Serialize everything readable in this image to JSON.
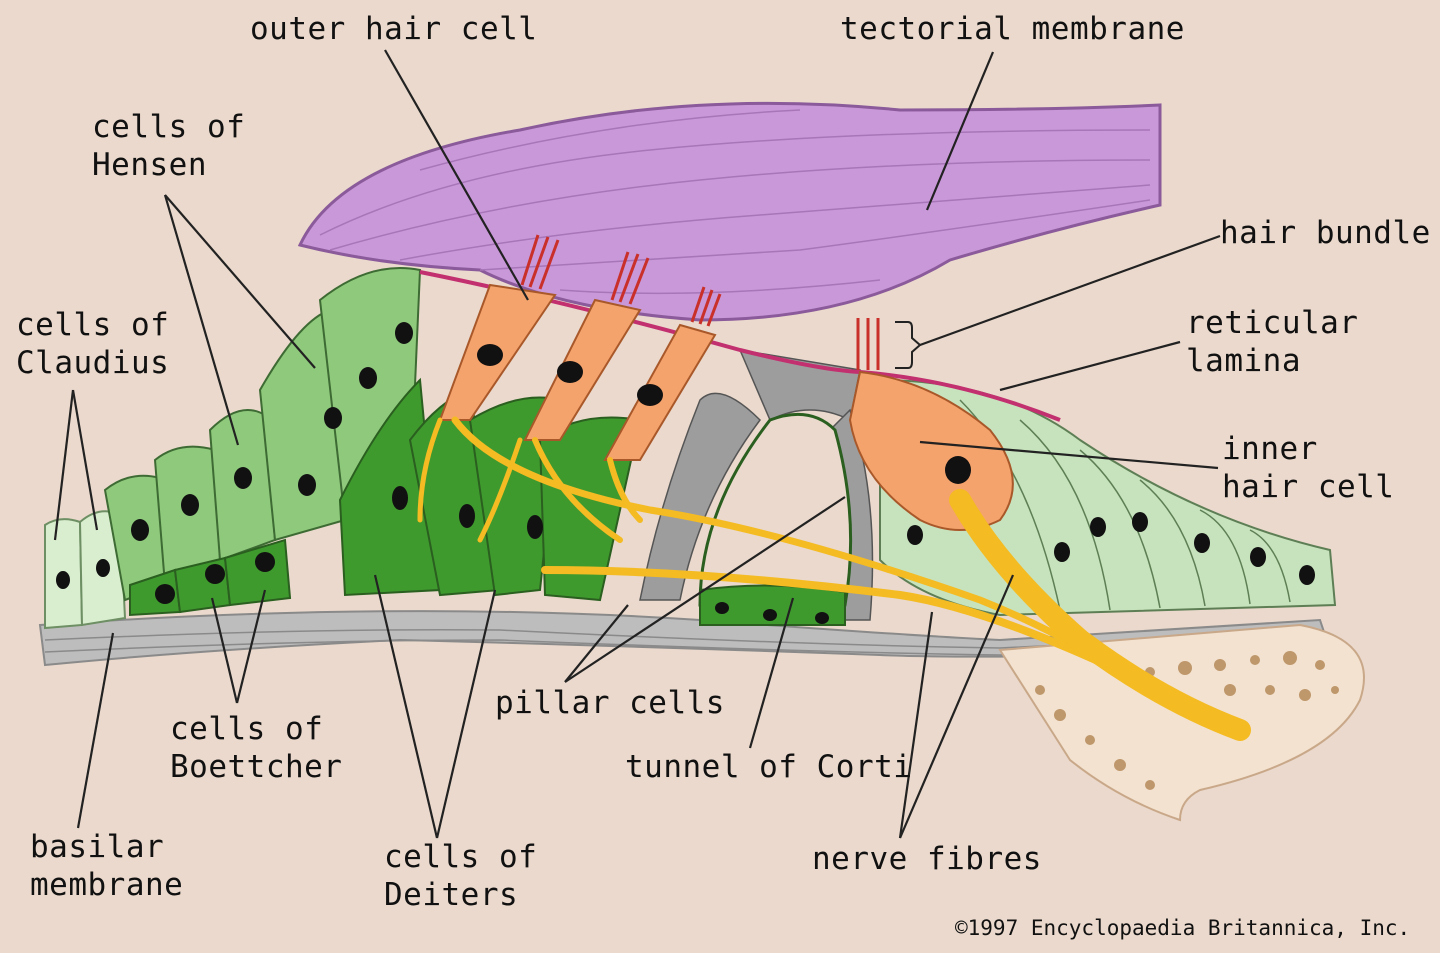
{
  "labels": {
    "outer_hair_cell": "outer hair cell",
    "tectorial_membrane": "tectorial membrane",
    "cells_of_hensen": [
      "cells of",
      "Hensen"
    ],
    "hair_bundle": "hair bundle",
    "cells_of_claudius": [
      "cells of",
      "Claudius"
    ],
    "reticular_lamina": [
      "reticular",
      "lamina"
    ],
    "inner_hair_cell": [
      "inner",
      "hair cell"
    ],
    "pillar_cells": "pillar cells",
    "tunnel_of_corti": "tunnel of Corti",
    "cells_of_boettcher": [
      "cells of",
      "Boettcher"
    ],
    "basilar_membrane": [
      "basilar",
      "membrane"
    ],
    "cells_of_deiters": [
      "cells of",
      "Deiters"
    ],
    "nerve_fibres": "nerve fibres"
  },
  "credit": "©1997 Encyclopaedia Britannica, Inc.",
  "colors": {
    "background": "#ead9cc",
    "tectorial": "#c998d8",
    "light_green": "#c7e3bd",
    "mid_green": "#8fc97c",
    "dark_green": "#3f9a2e",
    "hair_cell": "#f5a36c",
    "nerve": "#f4bb22",
    "basilar": "#b0b0b0",
    "bone": "#f3e2cf"
  }
}
